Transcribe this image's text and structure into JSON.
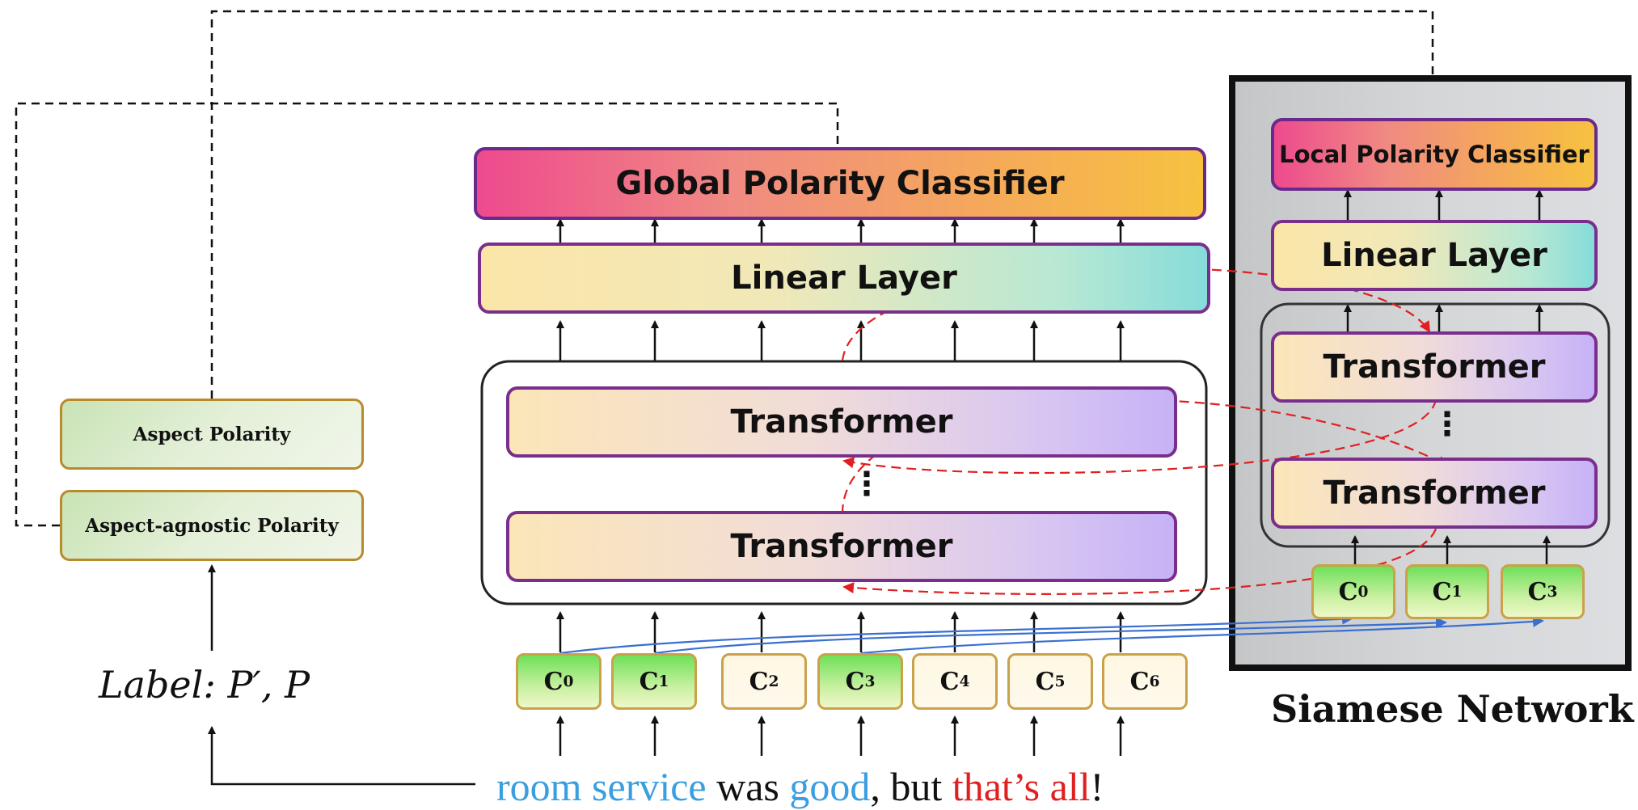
{
  "global_classifier": "Global Polarity Classifier",
  "linear_layer": "Linear Layer",
  "transformer": "Transformer",
  "local_classifier": "Local Polarity Classifier",
  "siamese_title": "Siamese Network",
  "aspect_polarity": "Aspect Polarity",
  "aspect_agnostic": "Aspect-agnostic Polarity",
  "label": {
    "prefix": "Label",
    "value": ": P′, P"
  },
  "dots": "⋮",
  "tokens_main": [
    {
      "letter": "C",
      "sub": "0",
      "color": "green"
    },
    {
      "letter": "C",
      "sub": "1",
      "color": "green"
    },
    {
      "letter": "C",
      "sub": "2",
      "color": "plain"
    },
    {
      "letter": "C",
      "sub": "3",
      "color": "green"
    },
    {
      "letter": "C",
      "sub": "4",
      "color": "plain"
    },
    {
      "letter": "C",
      "sub": "5",
      "color": "plain"
    },
    {
      "letter": "C",
      "sub": "6",
      "color": "plain"
    }
  ],
  "tokens_siamese": [
    {
      "letter": "C",
      "sub": "0"
    },
    {
      "letter": "C",
      "sub": "1"
    },
    {
      "letter": "C",
      "sub": "3"
    }
  ],
  "sentence": [
    {
      "text": "room service",
      "color": "#3a9ee0"
    },
    {
      "text": " was ",
      "color": "#111111"
    },
    {
      "text": "good",
      "color": "#3a9ee0"
    },
    {
      "text": ", but ",
      "color": "#111111"
    },
    {
      "text": "that’s all",
      "color": "#e02020"
    },
    {
      "text": "!",
      "color": "#111111"
    }
  ]
}
